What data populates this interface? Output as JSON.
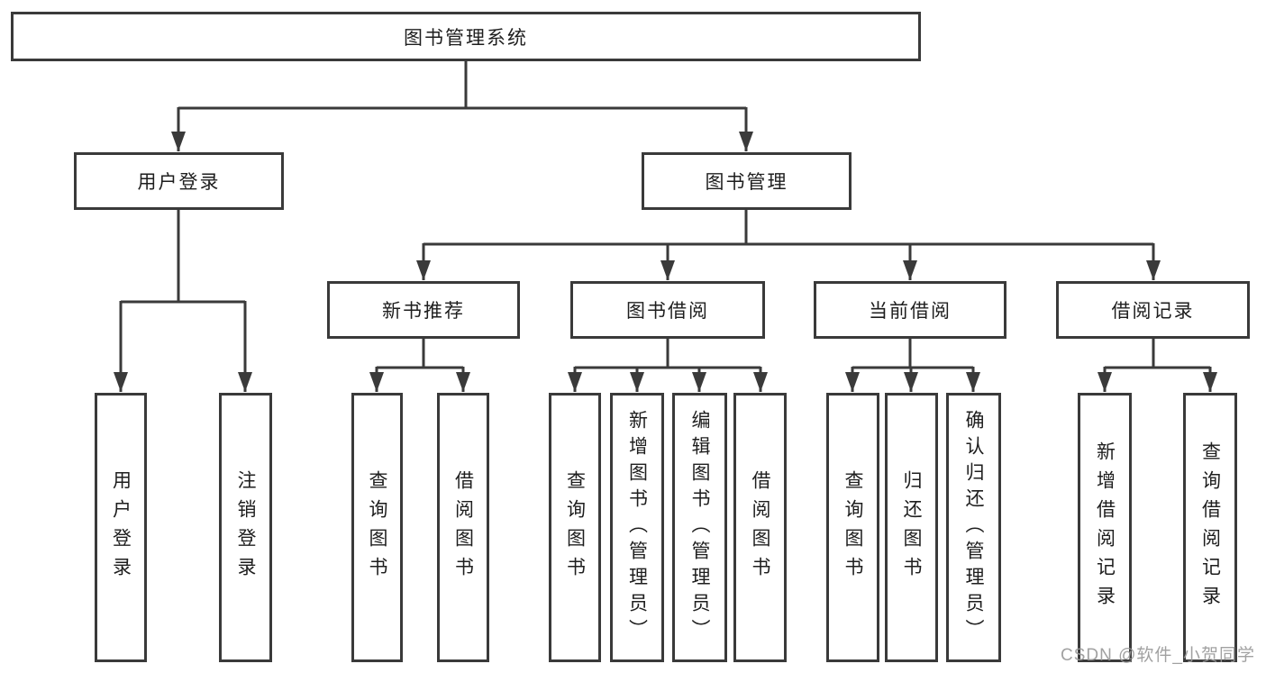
{
  "tree": {
    "root": "图书管理系统",
    "branches": [
      {
        "label": "用户登录",
        "children": [
          "用户登录",
          "注销登录"
        ]
      },
      {
        "label": "图书管理",
        "children": [
          {
            "label": "新书推荐",
            "children": [
              "查询图书",
              "借阅图书"
            ]
          },
          {
            "label": "图书借阅",
            "children": [
              "查询图书",
              "新增图书（管理员）",
              "编辑图书（管理员）",
              "借阅图书"
            ]
          },
          {
            "label": "当前借阅",
            "children": [
              "查询图书",
              "归还图书",
              "确认归还（管理员）"
            ]
          },
          {
            "label": "借阅记录",
            "children": [
              "新增借阅记录",
              "查询借阅记录"
            ]
          }
        ]
      }
    ]
  },
  "watermark": "CSDN @软件_小贺同学",
  "colors": {
    "line": "#3a3a3a",
    "border": "#3a3a3a",
    "text": "#1e1e1e",
    "watermark_text": "#9a9a9a",
    "background": "#ffffff"
  }
}
